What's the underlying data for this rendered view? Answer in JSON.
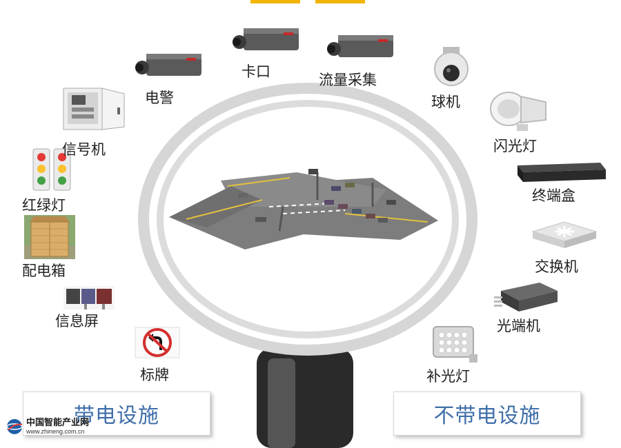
{
  "powered": {
    "title": "带电设施",
    "items": [
      {
        "id": "signal-machine",
        "label": "信号机",
        "icon": "signal-cabinet-icon"
      },
      {
        "id": "traffic-light",
        "label": "红绿灯",
        "icon": "traffic-light-icon"
      },
      {
        "id": "distribution-box",
        "label": "配电箱",
        "icon": "distribution-box-icon"
      },
      {
        "id": "info-screen",
        "label": "信息屏",
        "icon": "info-screen-icon"
      },
      {
        "id": "e-police",
        "label": "电警",
        "icon": "camera-icon"
      },
      {
        "id": "checkpoint",
        "label": "卡口",
        "icon": "camera-icon"
      },
      {
        "id": "traffic-flow",
        "label": "流量采集",
        "icon": "camera-icon"
      }
    ]
  },
  "unpowered": {
    "title": "不带电设施",
    "items": [
      {
        "id": "dome-camera",
        "label": "球机",
        "icon": "dome-camera-icon"
      },
      {
        "id": "flash-light",
        "label": "闪光灯",
        "icon": "flash-light-icon"
      },
      {
        "id": "terminal-box",
        "label": "终端盒",
        "icon": "terminal-box-icon"
      },
      {
        "id": "switch",
        "label": "交换机",
        "icon": "network-switch-icon"
      },
      {
        "id": "optical-terminal",
        "label": "光端机",
        "icon": "optical-terminal-icon"
      },
      {
        "id": "fill-light",
        "label": "补光灯",
        "icon": "fill-light-icon"
      },
      {
        "id": "sign",
        "label": "标牌",
        "icon": "no-left-turn-sign-icon"
      }
    ]
  },
  "watermark": {
    "name": "中国智能产业网",
    "url": "www.zhineng.com.cn"
  },
  "colors": {
    "panel_text": "#3f6ea9",
    "accent_bar": "#f2b400",
    "ring": "#d6d6d6"
  }
}
